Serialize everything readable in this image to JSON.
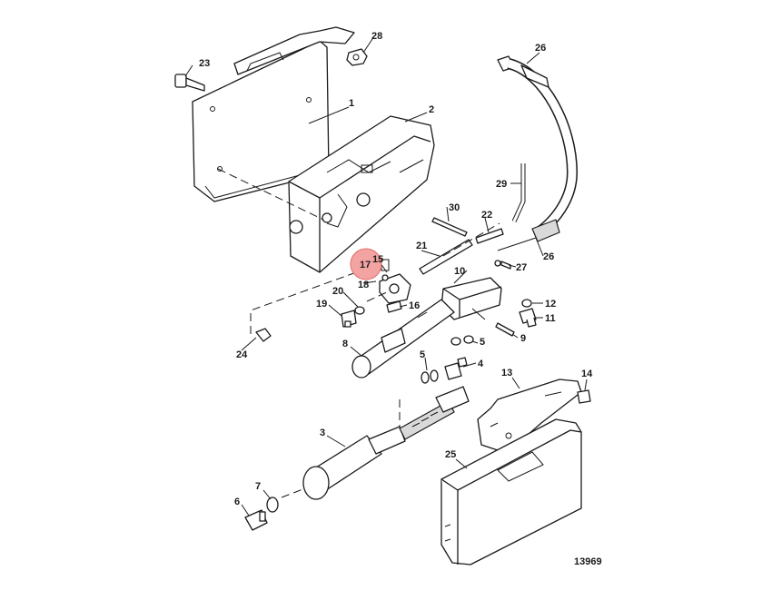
{
  "figure_number": "13969",
  "highlight_color": "#f4a3a3",
  "highlighted_label": "17",
  "callouts": {
    "p1": "1",
    "p2": "2",
    "p3": "3",
    "p4": "4",
    "p5a": "5",
    "p5b": "5",
    "p6": "6",
    "p7": "7",
    "p8": "8",
    "p9": "9",
    "p10": "10",
    "p11": "11",
    "p12": "12",
    "p13": "13",
    "p14": "14",
    "p15": "15",
    "p16": "16",
    "p17": "17",
    "p18": "18",
    "p19": "19",
    "p20": "20",
    "p21": "21",
    "p22": "22",
    "p23": "23",
    "p24": "24",
    "p25": "25",
    "p26a": "26",
    "p26b": "26",
    "p27": "27",
    "p28": "28",
    "p29": "29",
    "p30": "30"
  }
}
